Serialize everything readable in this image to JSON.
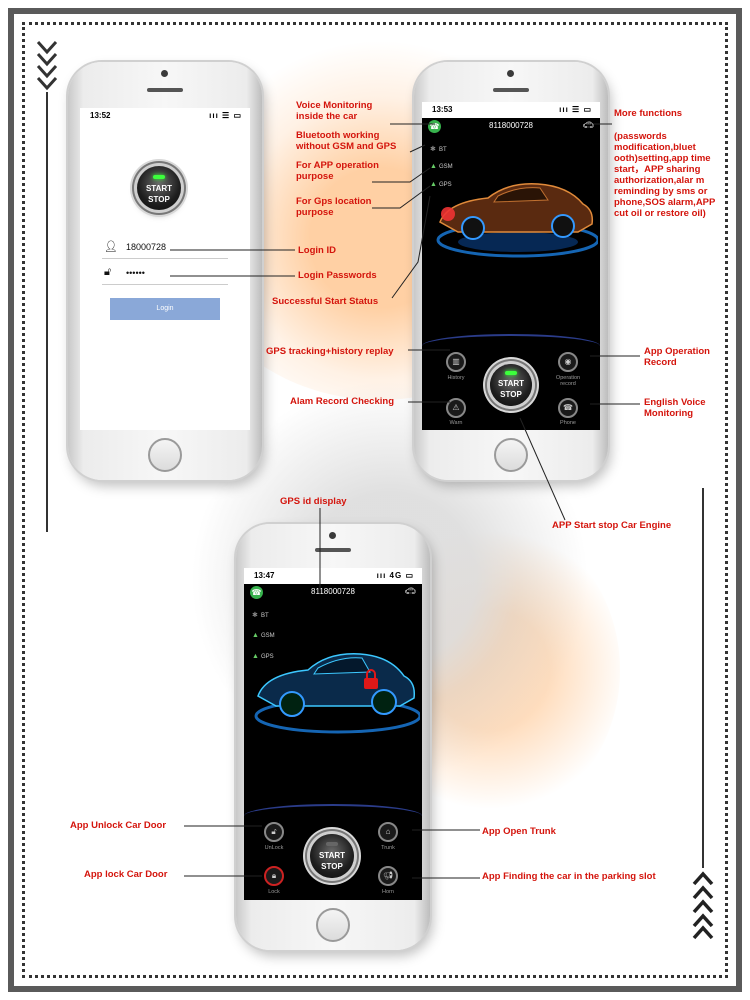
{
  "phone1": {
    "time": "13:52",
    "status_right": "ııı ☰ ▭",
    "start_label_1": "START",
    "start_label_2": "STOP",
    "user_value": "18000728",
    "password_value": "••••••",
    "login_label": "Login"
  },
  "phone2": {
    "time": "13:53",
    "status_right": "ııı ☰ ▭",
    "number": "8118000728",
    "stat_bt": "BT",
    "stat_gsm": "GSM",
    "stat_gps": "GPS",
    "btn_history": "History",
    "btn_operation": "Operation record",
    "btn_warn": "Warn",
    "btn_phone": "Phone",
    "start_label_1": "START",
    "start_label_2": "STOP"
  },
  "phone3": {
    "time": "13:47",
    "status_right": "ııı 4G ▭",
    "number": "8118000728",
    "stat_bt": "BT",
    "stat_gsm": "GSM",
    "stat_gps": "GPS",
    "btn_unlock": "UnLock",
    "btn_trunk": "Trunk",
    "btn_lock": "Lock",
    "btn_horn": "Horn",
    "start_label_1": "START",
    "start_label_2": "STOP"
  },
  "annotations": {
    "voice_monitoring": "Voice Monitoring inside the car",
    "bluetooth": "Bluetooth working without GSM and GPS",
    "app_operation": "For APP operation purpose",
    "gps_location": "For Gps location purpose",
    "login_id": "Login ID",
    "login_passwords": "Login Passwords",
    "successful_start": "Successful Start Status",
    "more_functions": "More functions",
    "more_functions_detail": "(passwords modification,bluet ooth)setting,app time start，APP sharing authorization,alar m reminding by sms or phone,SOS alarm,APP cut oil or restore oil)",
    "gps_tracking": "GPS tracking+history replay",
    "alarm_record": "Alam Record Checking",
    "app_operation_record": "App Operation Record",
    "english_voice": "English Voice Monitoring",
    "app_start_stop": "APP Start stop Car Engine",
    "gps_id": "GPS id display",
    "unlock_door": "App Unlock Car Door",
    "lock_door": "App lock Car Door",
    "open_trunk": "App Open Trunk",
    "finding_car": "App Finding the car in the parking slot"
  },
  "colors": {
    "annotation": "#d4140c",
    "frame": "#5a5a5a",
    "gps_ok": "#37b24d",
    "led": "#3cff3c",
    "login_button": "#8aa8d8"
  }
}
